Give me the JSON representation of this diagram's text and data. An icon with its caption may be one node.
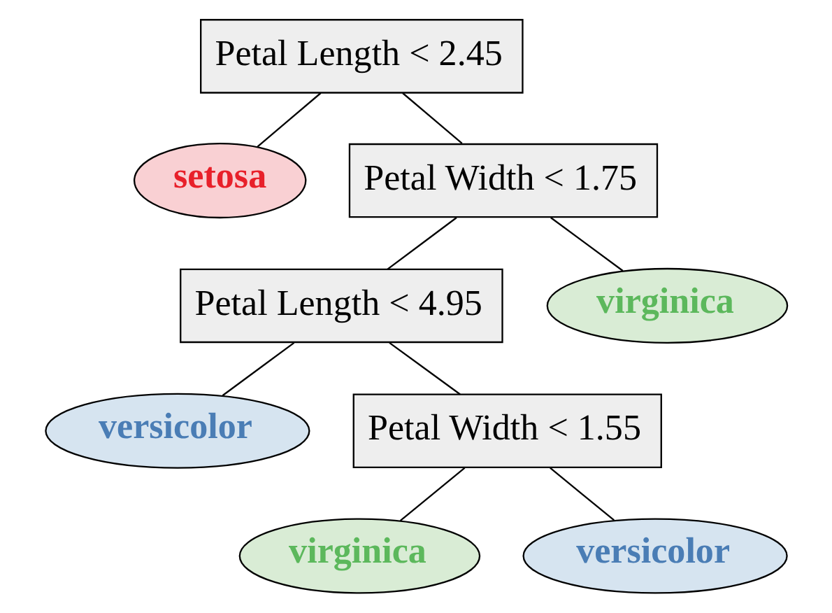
{
  "diagram": {
    "nodes": [
      {
        "text": [
          "Petal Length < 2.45"
        ]
      },
      {
        "text": [
          "setosa"
        ]
      },
      {
        "text": [
          "Petal Width < 1.75"
        ]
      },
      {
        "text": [
          "Petal Length < 4.95"
        ]
      },
      {
        "text": [
          "virginica"
        ]
      },
      {
        "text": [
          "versicolor"
        ]
      },
      {
        "text": [
          "Petal Width < 1.55"
        ]
      },
      {
        "text": [
          "virginica"
        ]
      },
      {
        "text": [
          "versicolor"
        ]
      }
    ],
    "edges": [
      {
        "from": 0,
        "to": 1,
        "arrow": "none"
      },
      {
        "from": 0,
        "to": 2,
        "arrow": "none"
      },
      {
        "from": 2,
        "to": 3,
        "arrow": "none"
      },
      {
        "from": 2,
        "to": 4,
        "arrow": "none"
      },
      {
        "from": 3,
        "to": 5,
        "arrow": "none"
      },
      {
        "from": 3,
        "to": 6,
        "arrow": "none"
      },
      {
        "from": 6,
        "to": 7,
        "arrow": "none"
      },
      {
        "from": 6,
        "to": 8,
        "arrow": "none"
      }
    ]
  }
}
